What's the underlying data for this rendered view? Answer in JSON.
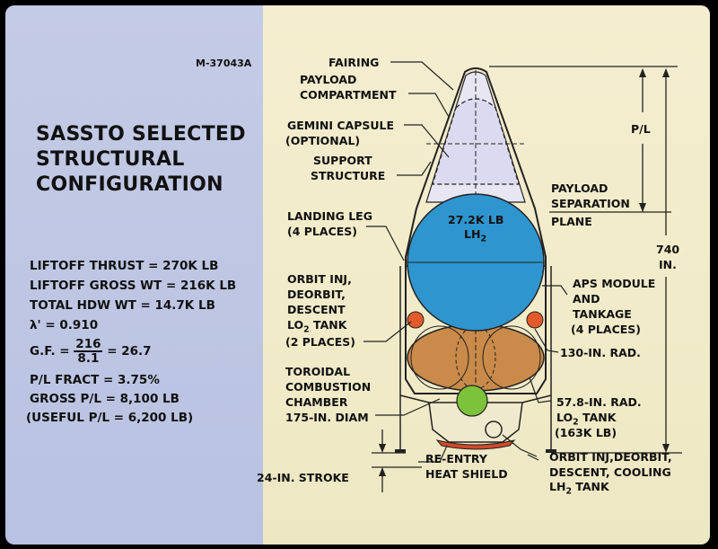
{
  "doc_id": "M-37043A",
  "title_lines": [
    "SASSTO SELECTED",
    "STRUCTURAL",
    "CONFIGURATION"
  ],
  "stats": {
    "liftoff_thrust": "LIFTOFF THRUST = 270K LB",
    "liftoff_gross": "LIFTOFF GROSS WT = 216K LB",
    "total_hdw": "TOTAL HDW WT = 14.7K LB",
    "lambda": "λ' = 0.910",
    "gf_prefix": "G.F. =",
    "gf_num": "216",
    "gf_den": "8.1",
    "gf_result": "= 26.7",
    "pl_fract": "P/L FRACT = 3.75%",
    "gross_pl": "GROSS P/L = 8,100 LB",
    "useful_pl": "(USEFUL P/L = 6,200 LB)"
  },
  "labels": {
    "fairing": "FAIRING",
    "payload_1": "PAYLOAD",
    "payload_2": "COMPARTMENT",
    "gemini_1": "GEMINI CAPSULE",
    "gemini_2": "(OPTIONAL)",
    "support_1": "SUPPORT",
    "support_2": "STRUCTURE",
    "landing_1": "LANDING LEG",
    "landing_2": "(4 PLACES)",
    "orbit_1": "ORBIT INJ,",
    "orbit_2": "DEORBIT,",
    "orbit_3": "DESCENT",
    "orbit_4": "LO",
    "orbit_4b": "2",
    "orbit_4c": " TANK",
    "orbit_5": "(2 PLACES)",
    "toroidal_1": "TOROIDAL",
    "toroidal_2": "COMBUSTION",
    "toroidal_3": "CHAMBER",
    "toroidal_4": "175-IN. DIAM",
    "stroke": "24-IN. STROKE",
    "reentry_1": "RE-ENTRY",
    "reentry_2": "HEAT SHIELD",
    "lh2_tank_1": "27.2K LB",
    "lh2_tank_2": "LH",
    "lh2_tank_2b": "2",
    "pl_dim": "P/L",
    "sep_1": "PAYLOAD",
    "sep_2": "SEPARATION",
    "sep_3": "PLANE",
    "height_1": "740",
    "height_2": "IN.",
    "aps_1": "APS MODULE",
    "aps_2": "AND",
    "aps_3": "TANKAGE",
    "aps_4": "(4 PLACES)",
    "rad130": "130-IN. RAD.",
    "lo2_1": "57.8-IN. RAD.",
    "lo2_2": "LO",
    "lo2_2b": "2",
    "lo2_2c": " TANK",
    "lo2_3": "(163K LB)",
    "bottom_1": "ORBIT INJ,DEORBIT,",
    "bottom_2": "DESCENT, COOLING",
    "bottom_3": "LH",
    "bottom_3b": "2",
    "bottom_3c": " TANK"
  },
  "colors": {
    "lh2_tank": "#2e95cf",
    "lo2_tank": "#c98a4a",
    "aps_tank": "#e35a2c",
    "cooling_tank": "#7cc23b",
    "heat_shield": "#d04a2a",
    "left_panel": "#c1c8e4",
    "right_panel": "#f2ecca"
  }
}
